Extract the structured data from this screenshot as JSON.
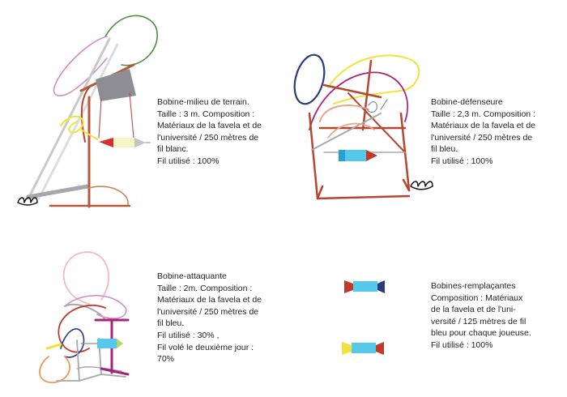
{
  "captions": {
    "milieu": [
      "Bobine-milieu de terrain.",
      "Taille : 3 m. Composition :",
      "Matériaux de la favela et de",
      "l'université / 250 mètres de",
      "fil blanc.",
      "Fil utilisé : 100%"
    ],
    "defenseure": [
      "Bobine-défenseure",
      "Taille : 2,3 m. Composition :",
      "Matériaux de la favela et de",
      "l'université / 250 mètres de",
      "fil bleu.",
      "Fil utilisé : 100%"
    ],
    "attaquante": [
      "Bobine-attaquante",
      "Taille : 2m. Composition :",
      "Matériaux de la favela et de",
      "l'université / 250 mètres de",
      "fil bleu.",
      "Fil utilisé : 30% ,",
      "Fil volé le deuxième jour :",
      "70%"
    ],
    "remplacantes": [
      "Bobines-remplaçantes",
      "Composition : Matériaux",
      "de la favela et de l'uni-",
      "versité / 125 mètres de fil",
      "bleu pour chaque joueuse.",
      "Fil utilisé : 100%"
    ]
  },
  "colors": {
    "rust": "#b5462f",
    "brick": "#c0392b",
    "pink": "#cf8fc4",
    "green": "#4a8f3a",
    "gray": "#a7a7ad",
    "darkgray": "#8d8d93",
    "yellow": "#f2e23b",
    "cyan": "#56c8ec",
    "navy": "#2b3b7a",
    "red": "#d62f2f",
    "tan": "#c8865a",
    "magenta": "#a8227d"
  }
}
